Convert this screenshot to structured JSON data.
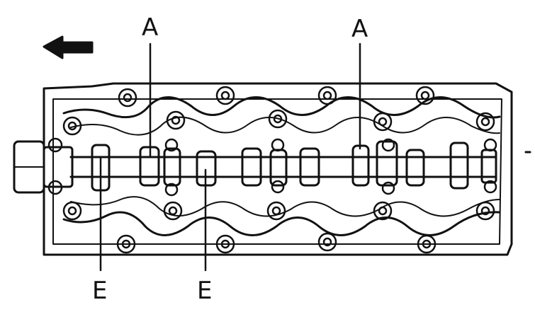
{
  "labels": {
    "a_left": "A",
    "a_right": "A",
    "e_left": "E",
    "e_right": "E"
  },
  "icons": {
    "direction_arrow": "arrow-left-icon"
  },
  "colors": {
    "ink": "#111111",
    "paper": "#ffffff"
  }
}
